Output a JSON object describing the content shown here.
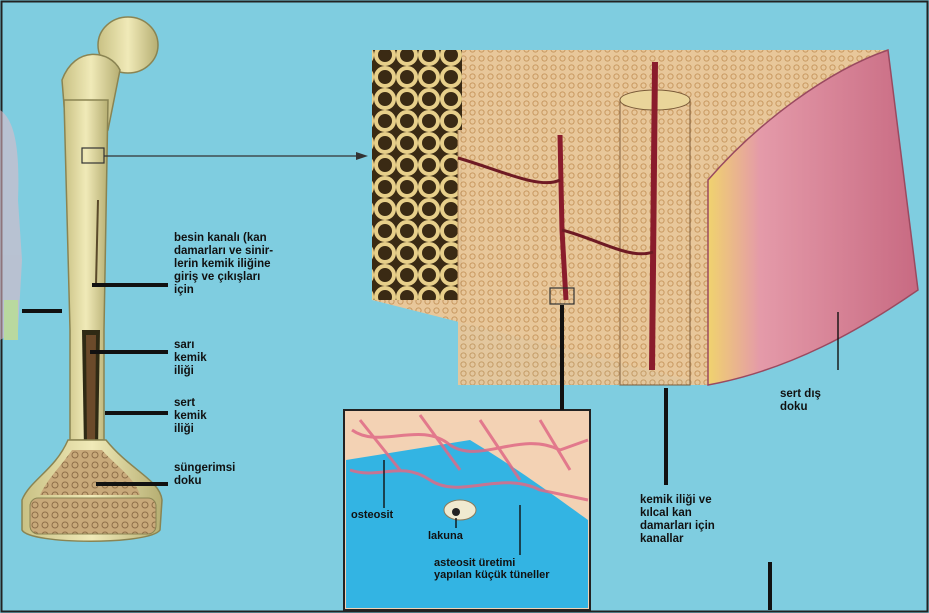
{
  "labels": {
    "nutrient_canal": "besin kanalı (kan\ndamarları ve sinir-\nlerin kemik iliğine\ngiriş ve çıkışları\niçin",
    "yellow_marrow": "sarı\nkemik\niliği",
    "red_marrow": "sert\nkemik\niliği",
    "spongy_tissue": "süngerimsi\ndoku",
    "outer_hard_tissue": "sert dış\ndoku",
    "canals": "kemik iliği ve\nkılcal kan\ndamarları için\nkanallar",
    "osteocyte": "osteosit",
    "lacuna": "lakuna",
    "canaliculi": "asteosit üretimi\nyapılan küçük tüneller"
  },
  "colors": {
    "background": "#7fcde0",
    "bone": "#e6dfa6",
    "spongy": "#d9b78a",
    "vessel": "#8a1c2c",
    "outer_layer": "#d98a9c",
    "inset_blue": "#33b4e3",
    "leader_line": "#111111"
  }
}
